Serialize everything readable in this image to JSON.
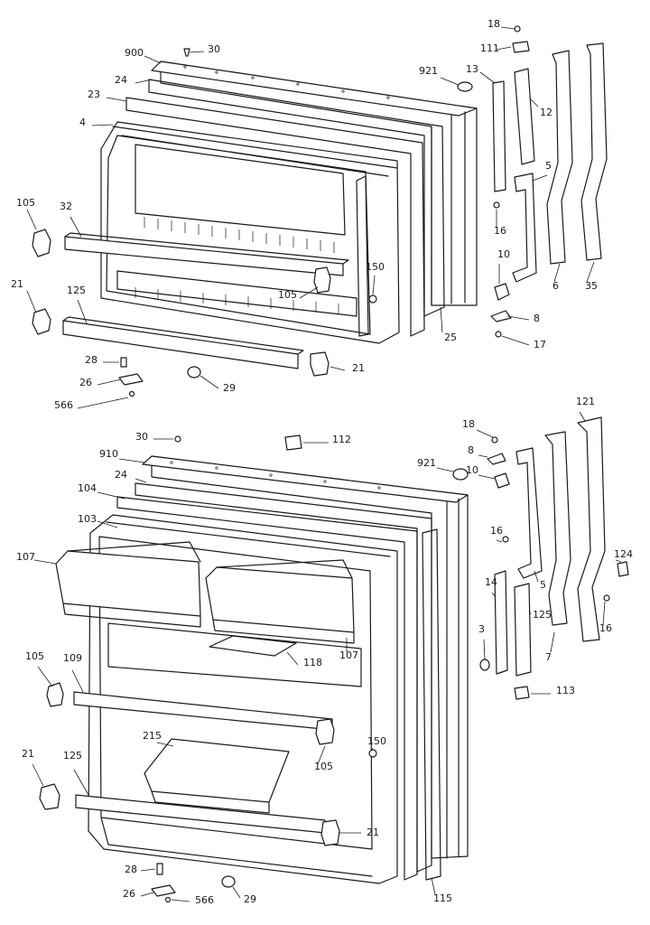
{
  "diagram": {
    "labels": {
      "top": [
        "18",
        "111",
        "900",
        "30",
        "921",
        "13",
        "24",
        "12",
        "23",
        "4",
        "5",
        "105",
        "32",
        "16",
        "150",
        "10",
        "105",
        "6",
        "35",
        "21",
        "125",
        "25",
        "8",
        "17",
        "28",
        "21",
        "26",
        "29",
        "566"
      ],
      "bottom": [
        "30",
        "112",
        "18",
        "910",
        "8",
        "921",
        "10",
        "24",
        "104",
        "103",
        "16",
        "107",
        "5",
        "124",
        "14",
        "125",
        "16",
        "3",
        "7",
        "118",
        "107",
        "105",
        "109",
        "113",
        "150",
        "215",
        "105",
        "21",
        "125",
        "21",
        "28",
        "26",
        "566",
        "29",
        "115",
        "121"
      ]
    }
  }
}
